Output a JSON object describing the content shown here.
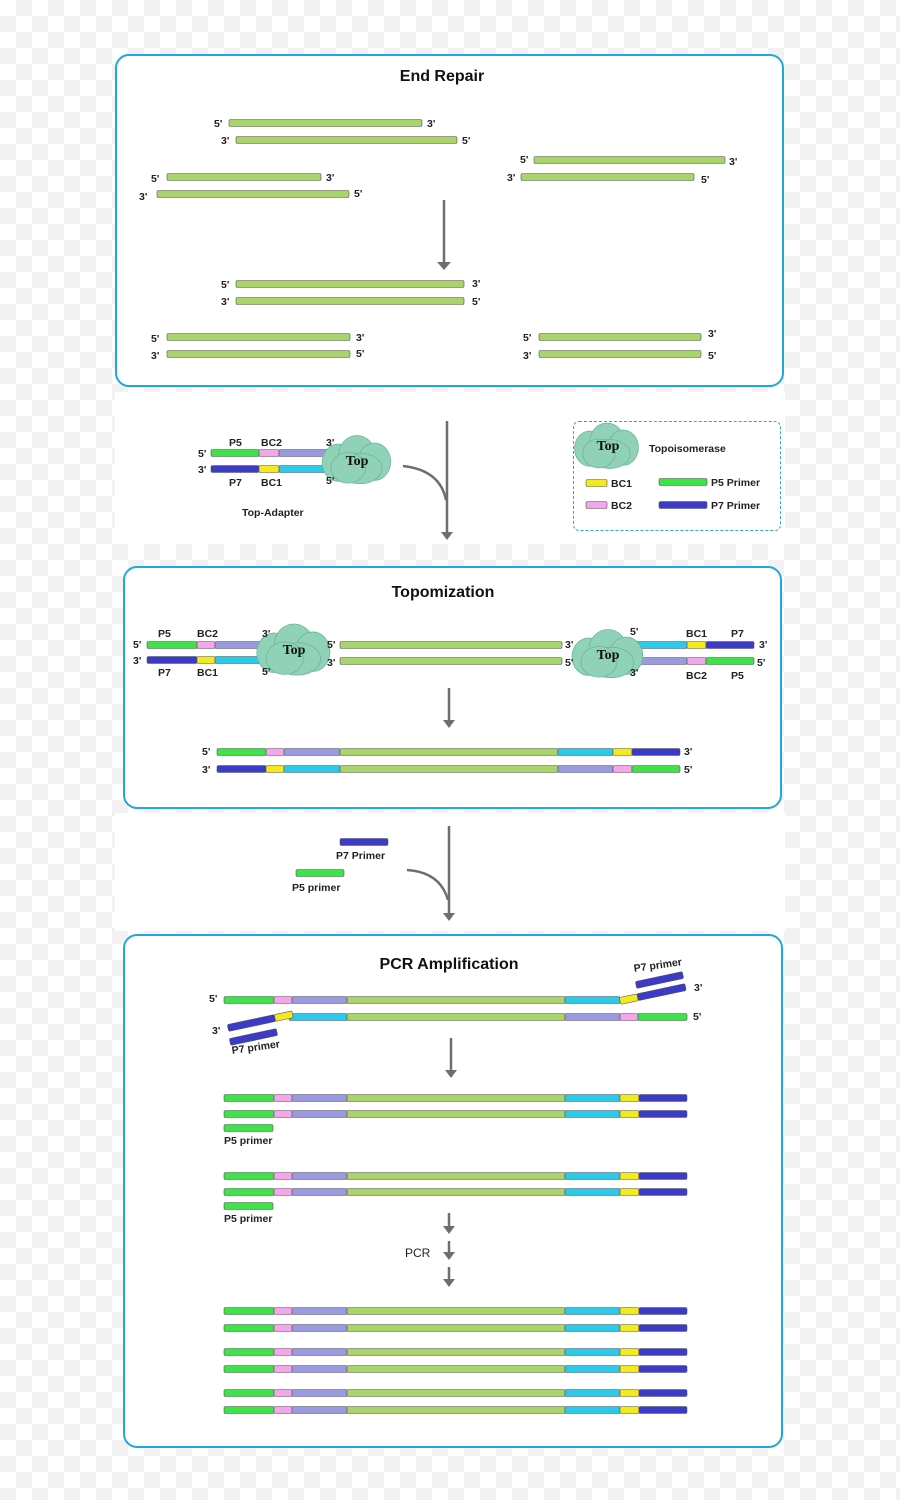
{
  "colors": {
    "dna": "#a8d46a",
    "p5": "#3ee34a",
    "p7": "#3b3bc8",
    "bc1": "#f2ea1c",
    "bc2": "#f4a6ea",
    "lavender": "#9a9ae0",
    "cyan": "#2bc9ea",
    "border": "#1ea7e1",
    "cloud": "#8fd2b8"
  },
  "panels": {
    "end_repair": {
      "title": "End Repair"
    },
    "topomization": {
      "title": "Topomization"
    },
    "pcr": {
      "title": "PCR Amplification"
    }
  },
  "ends": {
    "five": "5'",
    "three": "3'"
  },
  "adapter": {
    "p5": "P5",
    "bc2": "BC2",
    "p7": "P7",
    "bc1": "BC1",
    "top": "Top",
    "caption": "Top-Adapter"
  },
  "legend": {
    "top": "Top",
    "topoisomerase": "Topoisomerase",
    "bc1": "BC1",
    "bc2": "BC2",
    "p5_primer": "P5 Primer",
    "p7_primer": "P7 Primer"
  },
  "primers": {
    "p7": "P7 Primer",
    "p5": "P5 primer",
    "p7_lower": "P7 primer",
    "p5_lower": "P5 primer"
  },
  "pcr_label": "PCR"
}
